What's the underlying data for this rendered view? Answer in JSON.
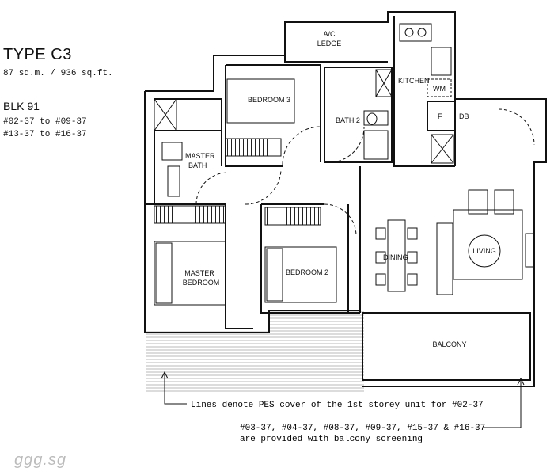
{
  "header": {
    "type": "TYPE C3",
    "area": "87 sq.m. / 936 sq.ft.",
    "block": "BLK 91",
    "units": [
      "#02-37 to #09-37",
      "#13-37 to #16-37"
    ]
  },
  "rooms": {
    "ac_ledge": [
      "A/C",
      "LEDGE"
    ],
    "kitchen": "KITCHEN",
    "wm": "WM",
    "fridge": "F",
    "db": "DB",
    "bedroom3": "BEDROOM 3",
    "bath2": "BATH 2",
    "master_bath": [
      "MASTER",
      "BATH"
    ],
    "master_bedroom": [
      "MASTER",
      "BEDROOM"
    ],
    "bedroom2": "BEDROOM 2",
    "dining": "DINING",
    "living": "LIVING",
    "balcony": "BALCONY"
  },
  "notes": {
    "pes": "Lines denote PES cover of the 1st storey unit for #02-37",
    "screening_line1": "#03-37, #04-37, #08-37, #09-37, #15-37 & #16-37",
    "screening_line2": "are provided with balcony screening"
  },
  "watermark": "ggg.sg"
}
